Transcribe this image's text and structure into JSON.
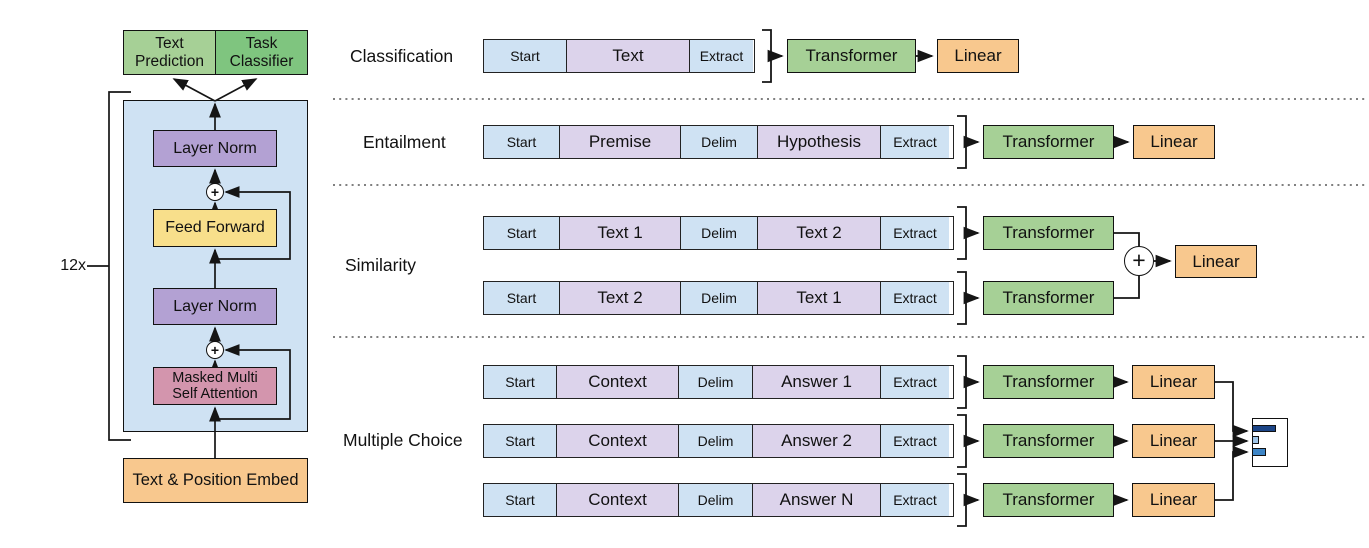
{
  "left_diagram": {
    "repeat_label": "12x",
    "text_prediction": "Text Prediction",
    "task_classifier": "Task Classifier",
    "layer_norm_top": "Layer Norm",
    "feed_forward": "Feed Forward",
    "layer_norm_bottom": "Layer Norm",
    "masked_attention_line1": "Masked Multi",
    "masked_attention_line2": "Self Attention",
    "embed": "Text & Position Embed",
    "add_symbol": "+"
  },
  "tasks": {
    "classification": {
      "label": "Classification",
      "tokens": [
        "Start",
        "Text",
        "Extract"
      ],
      "transformer": "Transformer",
      "linear": "Linear"
    },
    "entailment": {
      "label": "Entailment",
      "tokens": [
        "Start",
        "Premise",
        "Delim",
        "Hypothesis",
        "Extract"
      ],
      "transformer": "Transformer",
      "linear": "Linear"
    },
    "similarity": {
      "label": "Similarity",
      "rows": [
        [
          "Start",
          "Text 1",
          "Delim",
          "Text 2",
          "Extract"
        ],
        [
          "Start",
          "Text 2",
          "Delim",
          "Text 1",
          "Extract"
        ]
      ],
      "transformer": "Transformer",
      "add_symbol": "+",
      "linear": "Linear"
    },
    "multiple_choice": {
      "label": "Multiple Choice",
      "rows": [
        [
          "Start",
          "Context",
          "Delim",
          "Answer 1",
          "Extract"
        ],
        [
          "Start",
          "Context",
          "Delim",
          "Answer 2",
          "Extract"
        ],
        [
          "Start",
          "Context",
          "Delim",
          "Answer N",
          "Extract"
        ]
      ],
      "transformer": "Transformer",
      "linear": "Linear",
      "score_chart": {
        "bars": [
          {
            "color": "#1c4587",
            "width": 24,
            "height": 7,
            "gap": 0
          },
          {
            "color": "#9fc5e8",
            "width": 7,
            "height": 8,
            "gap": 4
          },
          {
            "color": "#3d85c6",
            "width": 14,
            "height": 8,
            "gap": 4
          }
        ]
      }
    }
  },
  "colors": {
    "token_blue": "#cfe2f3",
    "token_lavender": "#dcd3eb",
    "transformer_green": "#a6d096",
    "classifier_green": "#7fc57f",
    "layer_norm_purple": "#b3a1d3",
    "feed_forward_yellow": "#f8df8b",
    "attention_pink": "#d395ad",
    "linear_orange": "#f8c88e",
    "block_blue": "#cfe2f3"
  }
}
